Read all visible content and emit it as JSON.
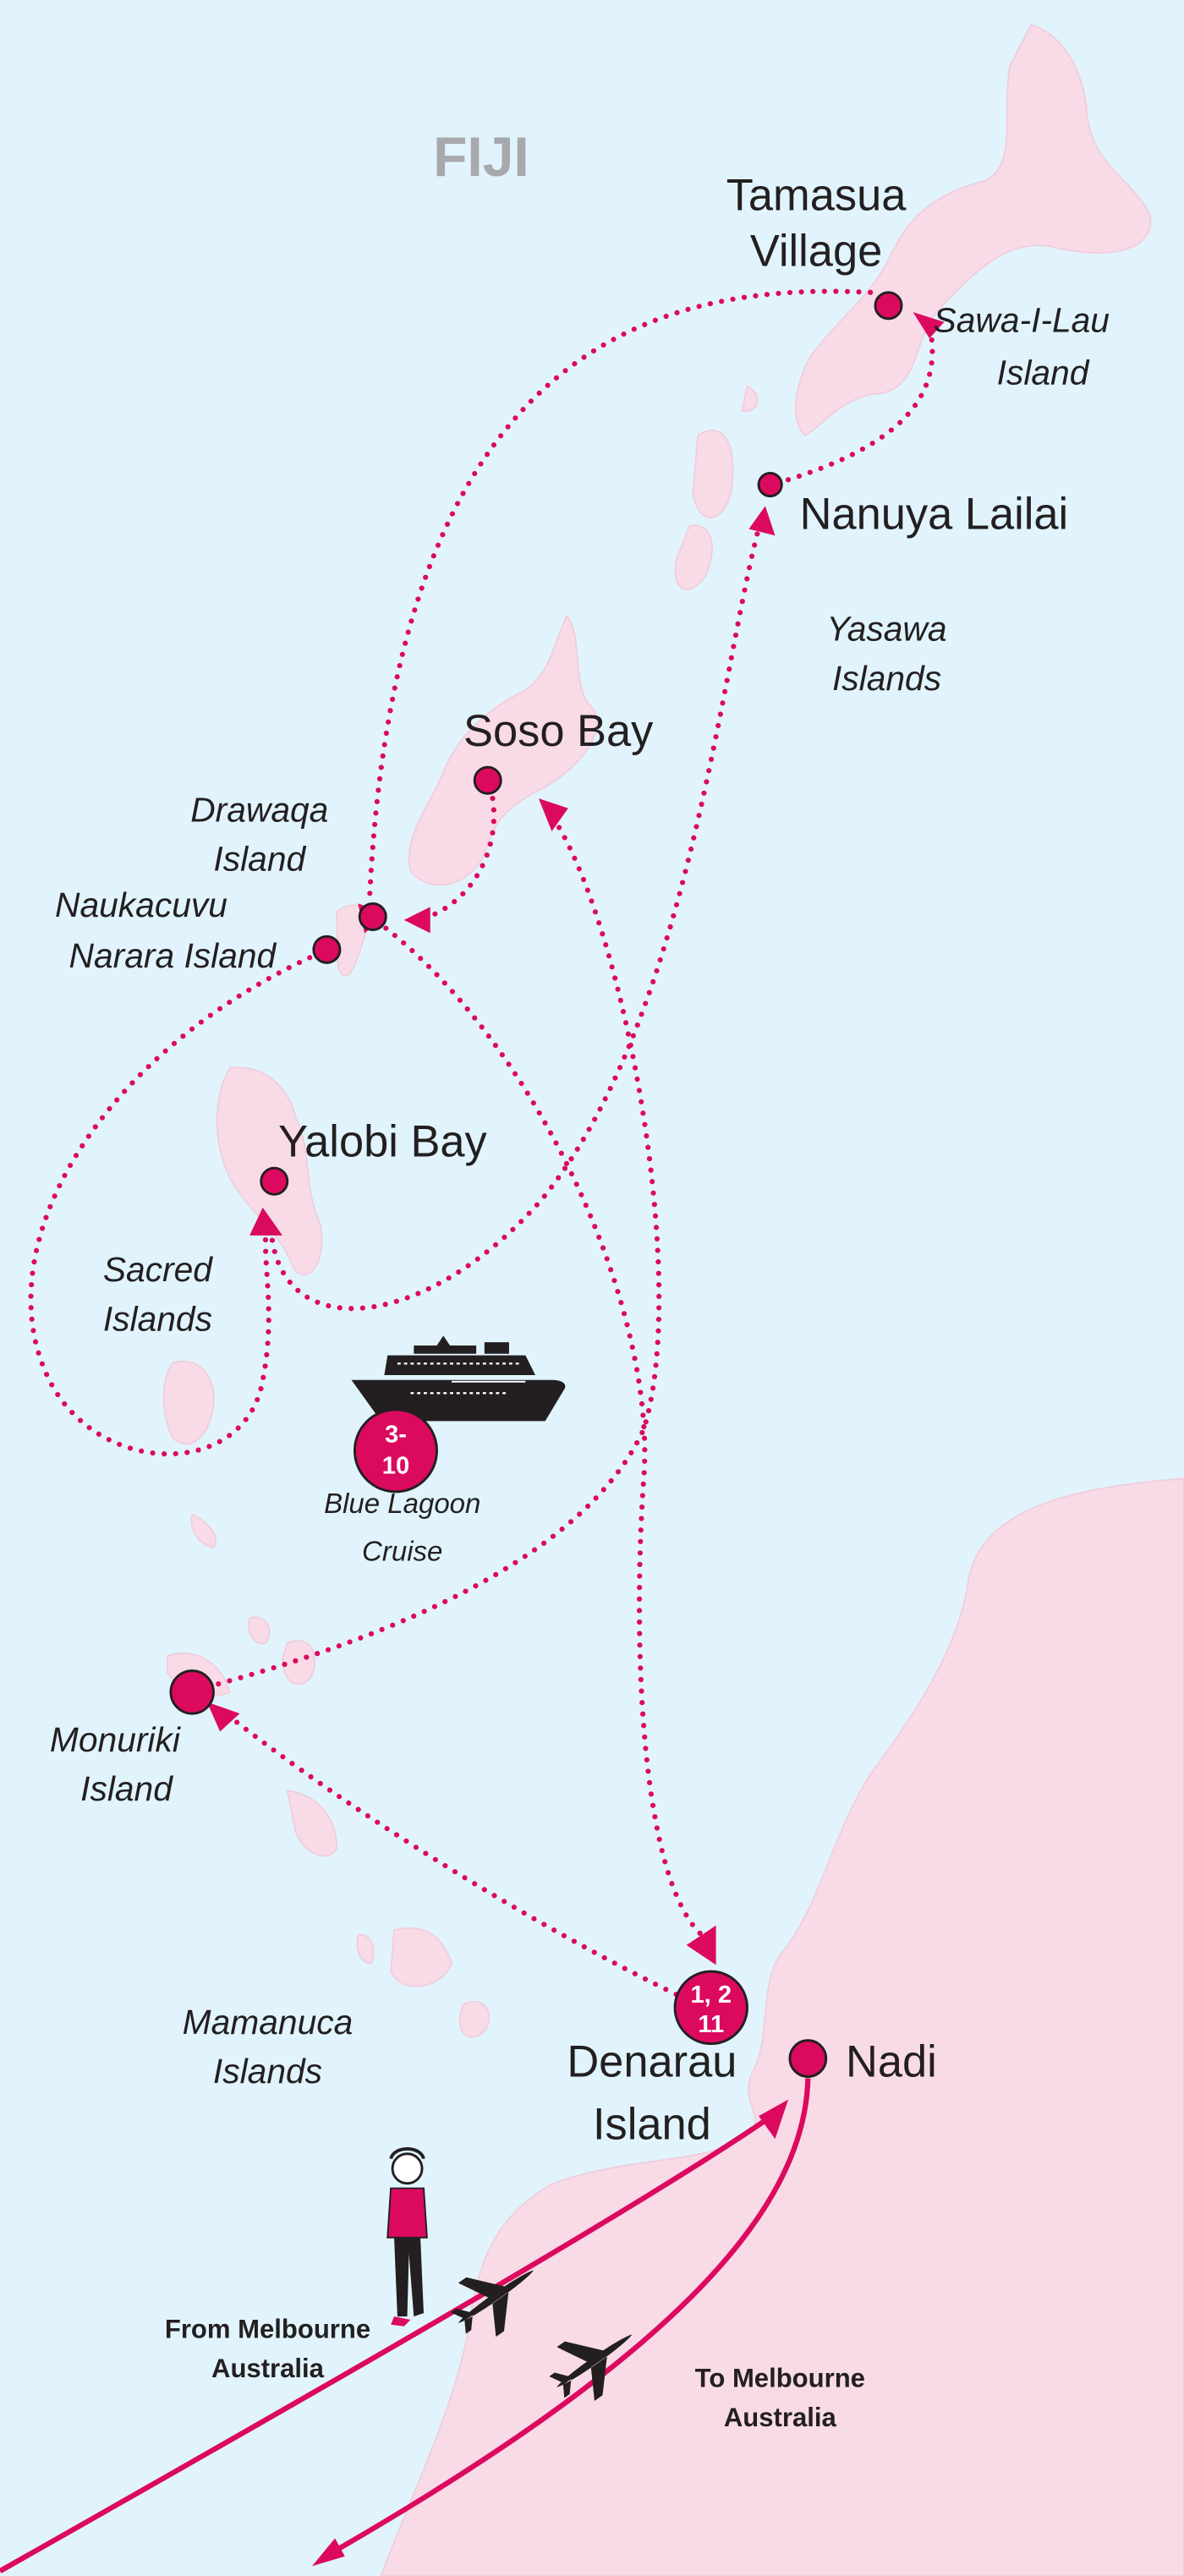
{
  "map": {
    "title": "FIJI",
    "colors": {
      "sea": "#e1f4fd",
      "land": "#f9dbe8",
      "route": "#dc0a5f",
      "ink": "#231f20"
    },
    "places": {
      "tamasua": [
        "Tamasua",
        "Village"
      ],
      "sawa": [
        "Sawa-I-Lau",
        "Island"
      ],
      "nanuya": "Nanuya Lailai",
      "yasawa": [
        "Yasawa",
        "Islands"
      ],
      "soso": "Soso Bay",
      "drawaqa": [
        "Drawaqa",
        "Island"
      ],
      "naukacuvu": [
        "Naukacuvu",
        "Narara Island"
      ],
      "yalobi": "Yalobi Bay",
      "sacred": [
        "Sacred",
        "Islands"
      ],
      "monuriki": [
        "Monuriki",
        "Island"
      ],
      "mamanuca": [
        "Mamanuca",
        "Islands"
      ],
      "denarau": [
        "Denarau",
        "Island"
      ],
      "nadi": "Nadi"
    },
    "cruise": {
      "badge": [
        "3-",
        "10"
      ],
      "label": [
        "Blue Lagoon",
        "Cruise"
      ],
      "icon": "cruise-ship-icon"
    },
    "denarau_badge": [
      "1, 2",
      "11"
    ],
    "flights": {
      "from": [
        "From Melbourne",
        "Australia"
      ],
      "to": [
        "To Melbourne",
        "Australia"
      ],
      "icon": "airplane-icon"
    }
  }
}
